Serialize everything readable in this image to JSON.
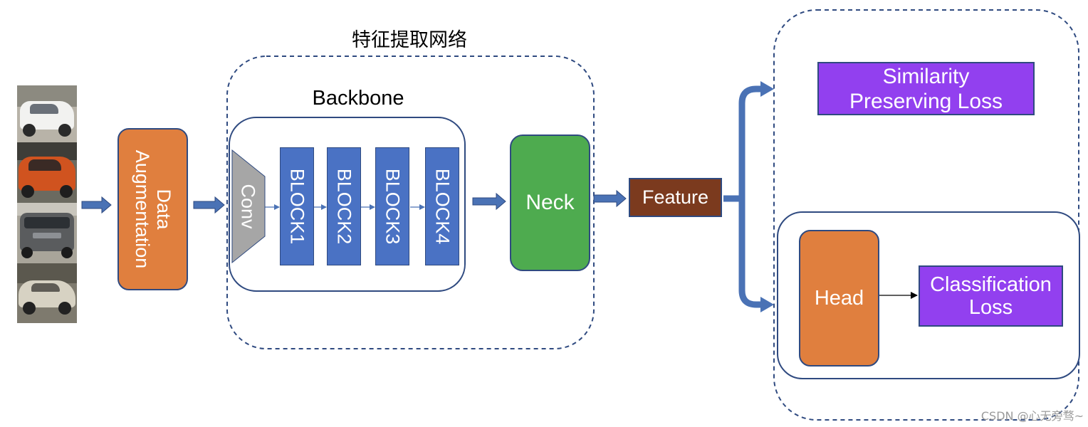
{
  "feature_extraction_network_title": "特征提取网络",
  "backbone": {
    "title": "Backbone",
    "conv_label": "Conv",
    "blocks": [
      "BLOCK1",
      "BLOCK2",
      "BLOCK3",
      "BLOCK4"
    ]
  },
  "data_augmentation_label": "Data\nAugmentation",
  "neck_label": "Neck",
  "feature_label": "Feature",
  "similarity_loss_label": "Similarity\nPreserving Loss",
  "head_label": "Head",
  "classification_loss_label": "Classification\nLoss",
  "watermark": "CSDN @心无旁骛~",
  "colors": {
    "arrow_blue": "#4a72b5",
    "box_blue": "#4a72c4",
    "orange": "#e07f3e",
    "green": "#4eab4f",
    "brown": "#7b3a1e",
    "purple": "#9240ef",
    "conv_gray": "#a6a6a6",
    "outline_navy": "#2f4a80"
  },
  "input_images": [
    {
      "name": "white-car-photo"
    },
    {
      "name": "orange-car-photo"
    },
    {
      "name": "grey-suv-photo"
    },
    {
      "name": "silver-sedan-photo"
    }
  ]
}
